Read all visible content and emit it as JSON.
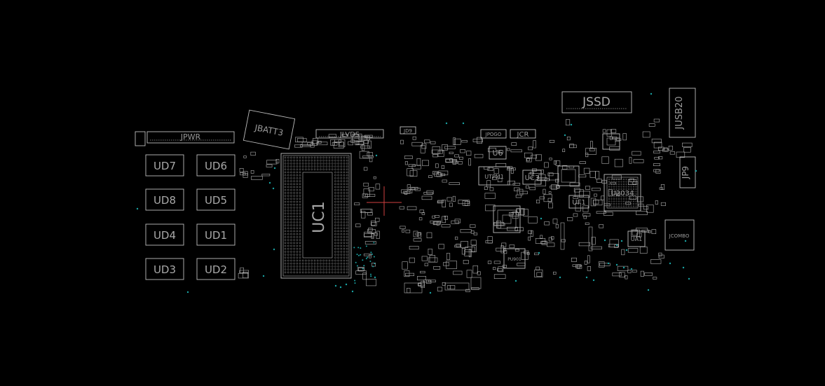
{
  "board": {
    "background": "#000000",
    "outline_color": "#bdbdbd",
    "via_color": "#19a3a3",
    "marker_color": "#d04040"
  },
  "refdes": {
    "ud7": "UD7",
    "ud6": "UD6",
    "ud8": "UD8",
    "ud5": "UD5",
    "ud4": "UD4",
    "ud1": "UD1",
    "ud3": "UD3",
    "ud2": "UD2",
    "jpwr": "JPWR",
    "jbatt3": "JBATT3",
    "jlvds": "JLVDS",
    "uc1": "UC1",
    "jssd": "JSSD",
    "jusb20": "JUSB20",
    "jp9": "JP9",
    "jcombo": "JCOMBO",
    "jd9": "JD9",
    "jpogo": "JPOGO",
    "jcr": "JCR",
    "u6": "U6",
    "utpm1": "UTPM1",
    "uc3": "UC3",
    "u2034": "U2034",
    "uf1": "UF1",
    "ua1": "UA1",
    "pu901": "PU901"
  }
}
